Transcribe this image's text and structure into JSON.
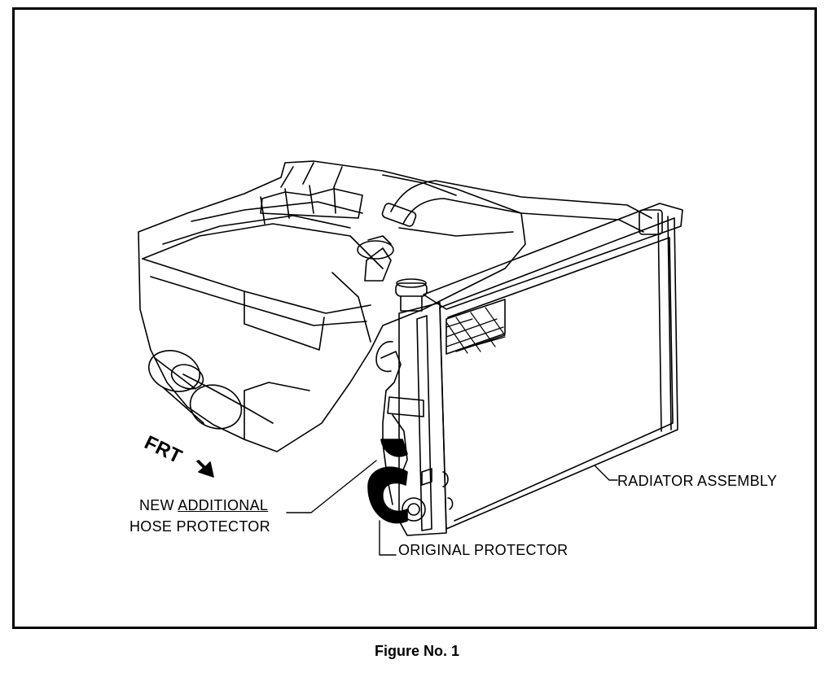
{
  "figure": {
    "frt_label": "FRT",
    "callouts": {
      "new_protector_prefix": "NEW ",
      "new_protector_underlined": "ADDITIONAL",
      "new_protector_line2": "HOSE PROTECTOR",
      "radiator": "RADIATOR ASSEMBLY",
      "original_protector": "ORIGINAL PROTECTOR"
    },
    "caption": "Figure No. 1"
  }
}
